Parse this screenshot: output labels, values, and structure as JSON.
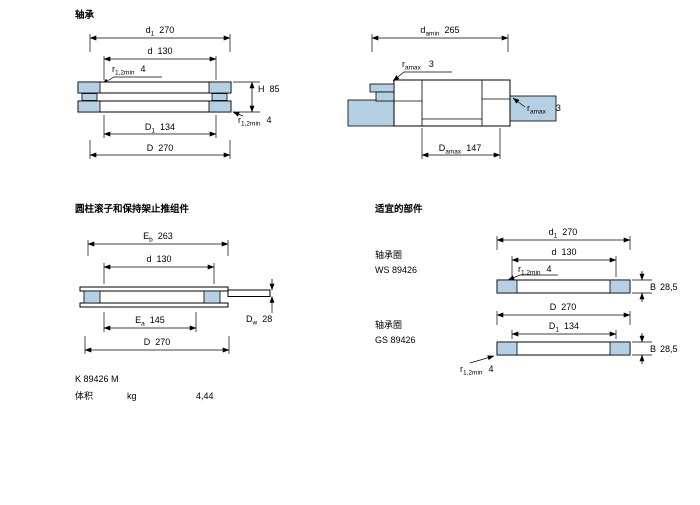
{
  "colors": {
    "drawing_blue": "#b5cfe3",
    "line": "#000000",
    "background": "#ffffff"
  },
  "bearing": {
    "title": "轴承",
    "dim_d1": {
      "name": "d",
      "sub": "1",
      "value": "270"
    },
    "dim_d": {
      "name": "d",
      "value": "130"
    },
    "dim_r_top": {
      "name": "r",
      "sub": "1,2min",
      "value": "4"
    },
    "dim_H": {
      "name": "H",
      "value": "85"
    },
    "dim_r_bottom": {
      "name": "r",
      "sub": "1,2min",
      "value": "4"
    },
    "dim_D1": {
      "name": "D",
      "sub": "1",
      "value": "134"
    },
    "dim_D": {
      "name": "D",
      "value": "270"
    }
  },
  "abutment": {
    "dim_da": {
      "name": "d",
      "sub": "amin",
      "value": "265"
    },
    "dim_ra_top": {
      "name": "r",
      "sub": "amax",
      "value": "3"
    },
    "dim_ra_right": {
      "name": "r",
      "sub": "amax",
      "value": "3"
    },
    "dim_Da": {
      "name": "D",
      "sub": "amax",
      "value": "147"
    }
  },
  "assembly": {
    "title": "圆柱滚子和保持架止推组件",
    "dim_Eb": {
      "name": "E",
      "sub": "b",
      "value": "263"
    },
    "dim_d": {
      "name": "d",
      "value": "130"
    },
    "dim_Ea": {
      "name": "E",
      "sub": "a",
      "value": "145"
    },
    "dim_D": {
      "name": "D",
      "value": "270"
    },
    "dim_Dw": {
      "name": "D",
      "sub": "w",
      "value": "28"
    },
    "designation": "K 89426 M",
    "mass_label": "体积",
    "mass_unit": "kg",
    "mass_value": "4,44"
  },
  "parts": {
    "title": "适宜的部件",
    "ws": {
      "label": "轴承圈",
      "designation": "WS 89426",
      "dim_d1": {
        "name": "d",
        "sub": "1",
        "value": "270"
      },
      "dim_d": {
        "name": "d",
        "value": "130"
      },
      "dim_r": {
        "name": "r",
        "sub": "1,2min",
        "value": "4"
      },
      "dim_B": {
        "name": "B",
        "value": "28,5"
      }
    },
    "gs": {
      "label": "轴承圈",
      "designation": "GS 89426",
      "dim_D": {
        "name": "D",
        "value": "270"
      },
      "dim_D1": {
        "name": "D",
        "sub": "1",
        "value": "134"
      },
      "dim_B": {
        "name": "B",
        "value": "28,5"
      },
      "dim_r": {
        "name": "r",
        "sub": "1,2min",
        "value": "4"
      }
    }
  }
}
